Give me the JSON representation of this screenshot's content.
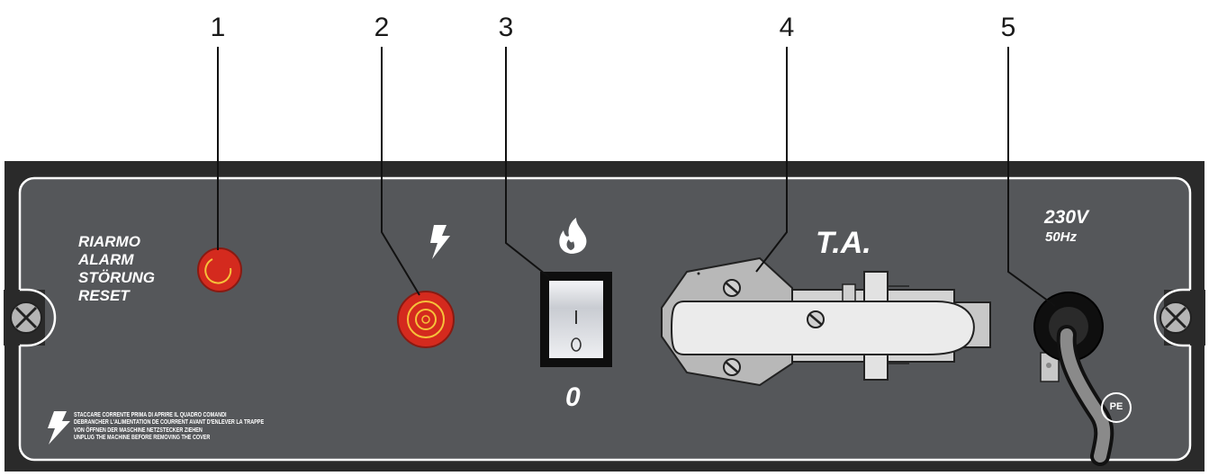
{
  "callouts": [
    "1",
    "2",
    "3",
    "4",
    "5"
  ],
  "reset_label": [
    "RIARMO",
    "ALARM",
    "STÖRUNG",
    "RESET"
  ],
  "switch": {
    "on_mark": "I",
    "off_mark": "O",
    "position_label": "0"
  },
  "thermal_relay_label": "T.A.",
  "voltage": "230V",
  "frequency": "50Hz",
  "ground_label": "PE",
  "warning_lines": [
    "STACCARE CORRENTE PRIMA DI APRIRE IL QUADRO COMANDI",
    "DEBRANCHER L'ALIMENTATION DE COURRENT AVANT D'ENLEVER LA TRAPPE",
    "VON ÖFFNEN DER MASCHINE NETZSTECKER ZIEHEN",
    "UNPLUG THE MACHINE BEFORE REMOVING THE COVER"
  ],
  "colors": {
    "panel": "#55575a",
    "frame": "#2a2a2a",
    "lamp": "#d42a1e",
    "lamp_ring": "#f6c13a",
    "label": "#ffffff"
  }
}
